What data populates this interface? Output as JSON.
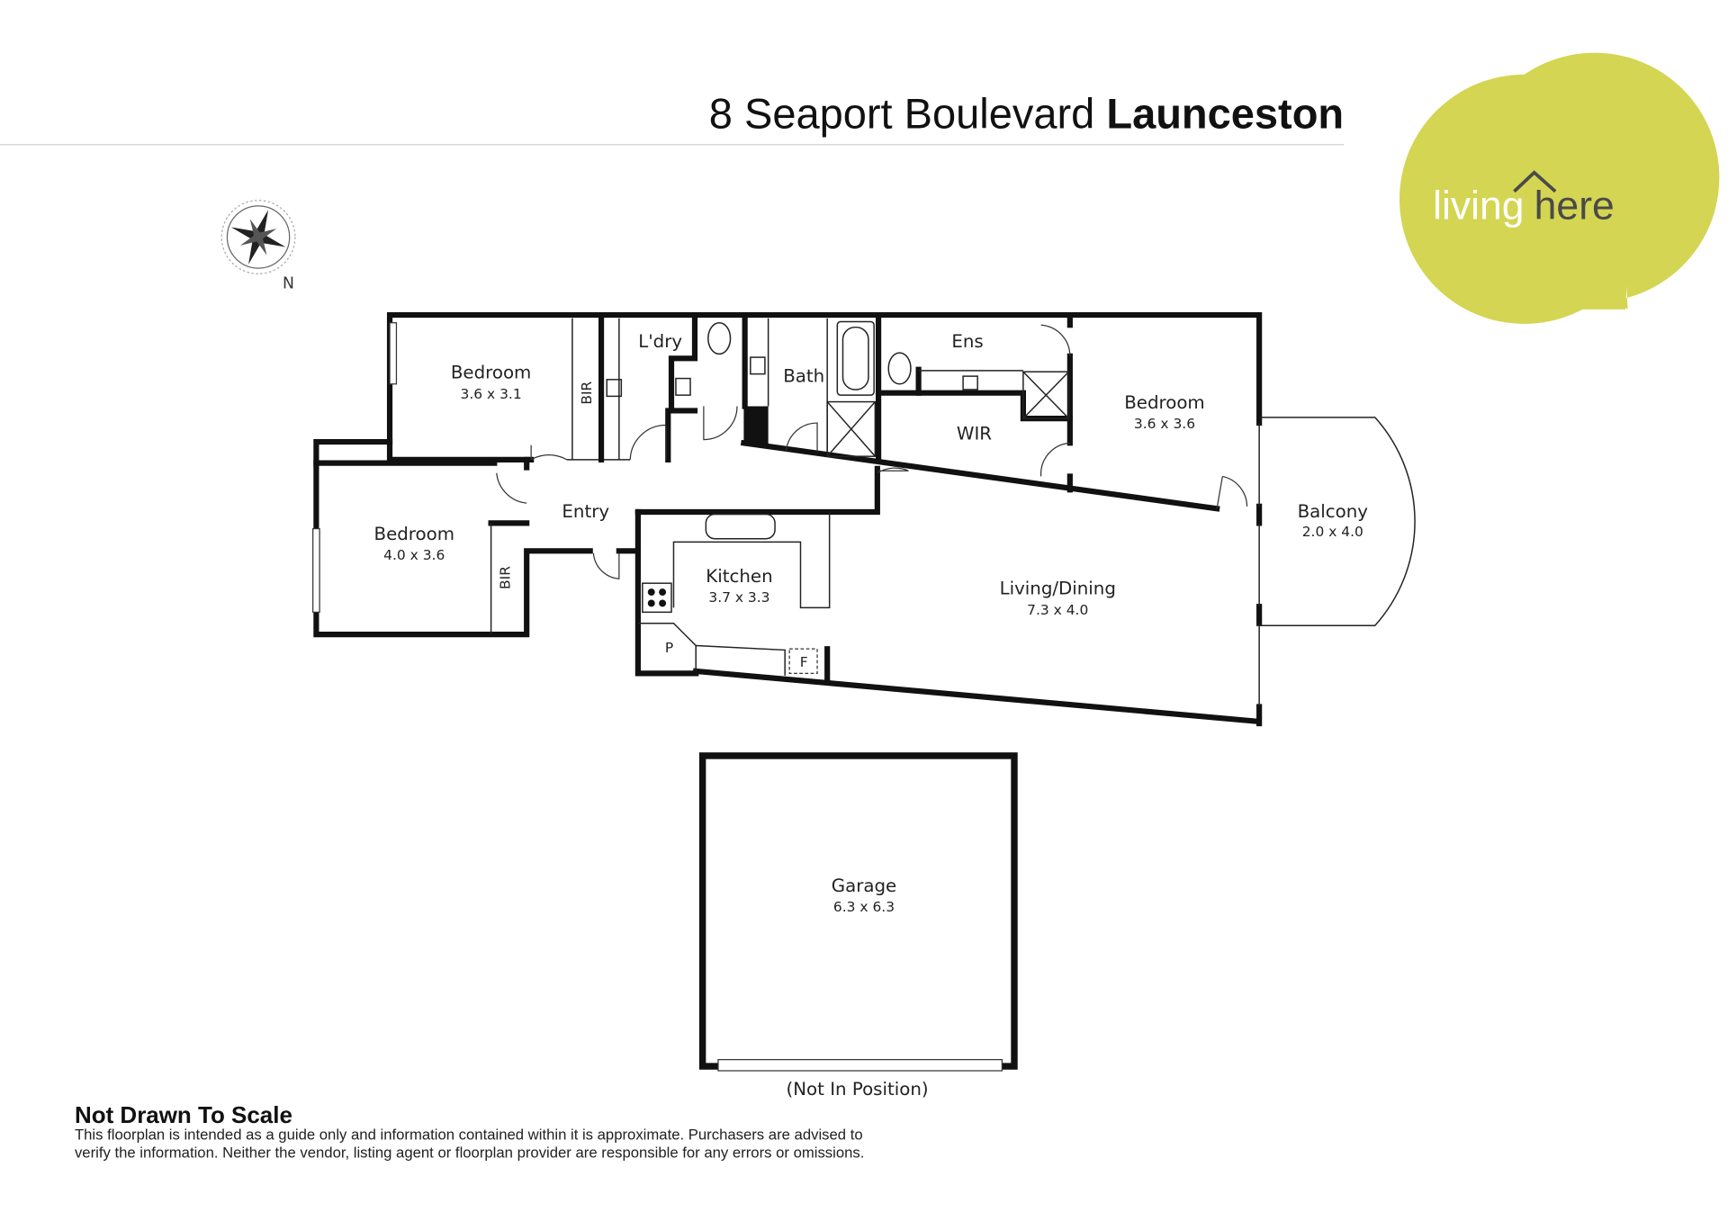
{
  "header": {
    "address": "8 Seaport Boulevard",
    "suburb": "Launceston"
  },
  "logo": {
    "part1": "living",
    "part2": "here",
    "color": "#d4d552",
    "text_dark": "#4a4a4a"
  },
  "compass": {
    "label": "N"
  },
  "rooms": {
    "bedroom1": {
      "name": "Bedroom",
      "dims": "3.6 x 3.1"
    },
    "bedroom2": {
      "name": "Bedroom",
      "dims": "4.0 x 3.6"
    },
    "bedroom3": {
      "name": "Bedroom",
      "dims": "3.6 x 3.6"
    },
    "bir1": "BIR",
    "bir2": "BIR",
    "laundry": "L'dry",
    "bath": "Bath",
    "ens": "Ens",
    "wir": "WIR",
    "entry": "Entry",
    "kitchen": {
      "name": "Kitchen",
      "dims": "3.7 x 3.3"
    },
    "living": {
      "name": "Living/Dining",
      "dims": "7.3 x 4.0"
    },
    "balcony": {
      "name": "Balcony",
      "dims": "2.0 x 4.0"
    },
    "pantry": "P",
    "fridge": "F",
    "garage": {
      "name": "Garage",
      "dims": "6.3 x 6.3",
      "note": "(Not In Position)"
    }
  },
  "footer": {
    "heading": "Not Drawn To Scale",
    "line1": "This floorplan is intended as a guide only and information contained within it is approximate. Purchasers are advised to",
    "line2": "verify the information. Neither the vendor, listing agent or floorplan provider are responsible for any errors or omissions."
  }
}
